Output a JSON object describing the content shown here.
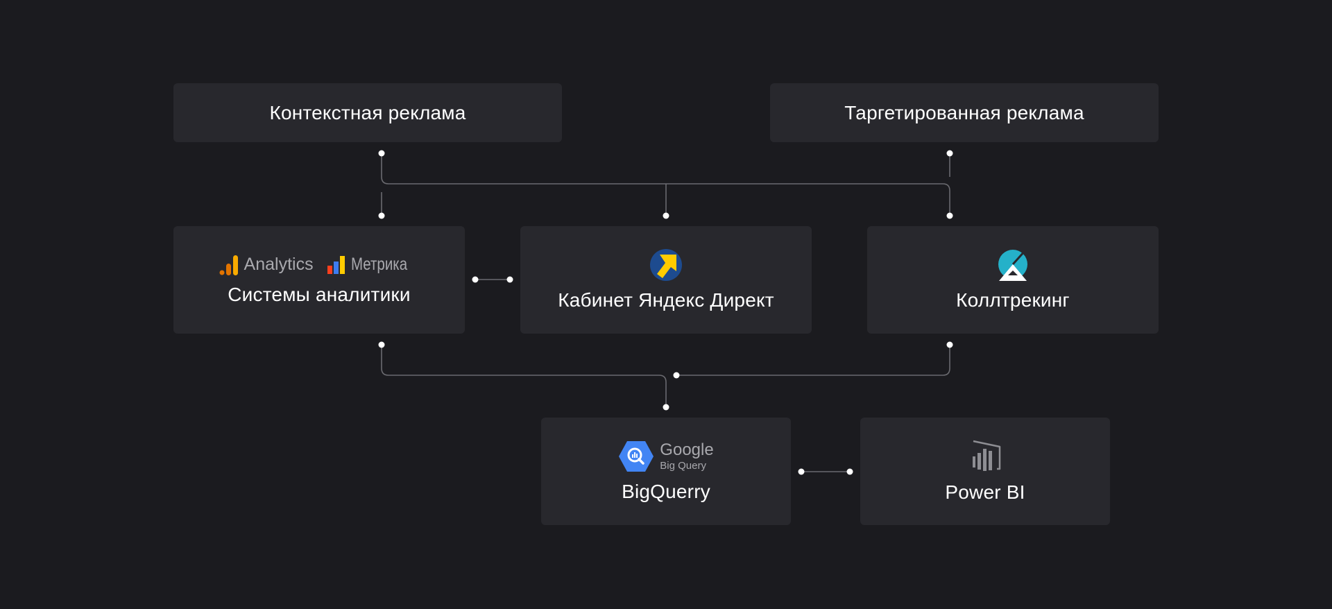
{
  "nodes": {
    "context_ads": {
      "label": "Контекстная реклама"
    },
    "targeted_ads": {
      "label": "Таргетированная реклама"
    },
    "analytics": {
      "label": "Системы аналитики",
      "logos": [
        {
          "text": "Analytics",
          "icon": "google-analytics-icon"
        },
        {
          "text": "Метрика",
          "icon": "yandex-metrica-icon"
        }
      ]
    },
    "yandex_direct": {
      "label": "Кабинет Яндекс Директ",
      "icon": "yandex-direct-icon"
    },
    "calltracking": {
      "label": "Коллтрекинг",
      "icon": "calltracking-icon"
    },
    "bigquery": {
      "label": "BigQuerry",
      "icon": "google-bigquery-icon",
      "logo_text": "Google",
      "logo_subtext": "Big Query"
    },
    "powerbi": {
      "label": "Power BI",
      "icon": "power-bi-icon"
    }
  },
  "colors": {
    "background": "#1b1b1f",
    "node": "#28282d",
    "connector": "#6b6b70",
    "dot": "#ffffff",
    "analytics_orange": "#f9ab00",
    "analytics_dark_orange": "#e37400",
    "metrica_red": "#fc3f1d",
    "metrica_blue": "#3d7cf0",
    "metrica_yellow": "#ffcc00",
    "direct_blue": "#1d4b8f",
    "direct_yellow": "#ffcc00",
    "calltracking_teal": "#25b1c9",
    "bigquery_blue": "#4285f4"
  }
}
